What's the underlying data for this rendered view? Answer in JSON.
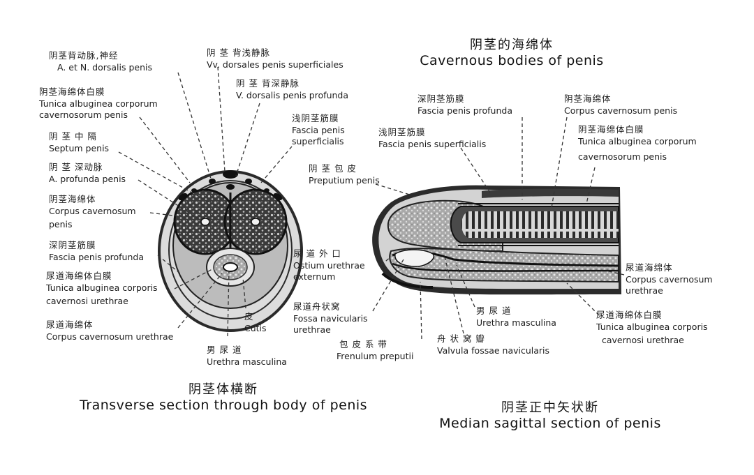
{
  "titles": {
    "right": {
      "zh": "阴茎的海绵体",
      "en": "Cavernous bodies of penis"
    },
    "left_bottom": {
      "zh": "阴茎体横断",
      "en": "Transverse section through body of penis"
    },
    "right_bottom": {
      "zh": "阴茎正中矢状断",
      "en": "Median sagittal section of penis"
    }
  },
  "transverse_labels": {
    "dorsal_artery": {
      "zh": "阴茎背动脉,神经",
      "en": "A. et N. dorsalis penis"
    },
    "tunica_cc": {
      "zh": "阴茎海绵体白膜",
      "en": "Tunica albuginea corporum",
      "en2": "cavernosorum penis"
    },
    "septum": {
      "zh": "阴 茎 中 隔",
      "en": "Septum penis"
    },
    "deep_artery": {
      "zh": "阴 茎 深动脉",
      "en": "A. profunda penis"
    },
    "corpus_cc": {
      "zh": "阴茎海绵体",
      "en": "Corpus cavernosum",
      "en2": "penis"
    },
    "deep_fascia": {
      "zh": "深阴茎筋膜",
      "en": "Fascia penis profunda"
    },
    "tunica_cu": {
      "zh": "尿道海绵体白膜",
      "en": "Tunica albuginea corporis",
      "en2": "cavernosi urethrae"
    },
    "corpus_cu": {
      "zh": "尿道海绵体",
      "en": "Corpus cavernosum urethrae"
    },
    "superficial_veins": {
      "zh": "阴 茎 背浅静脉",
      "en": "Vv. dorsales penis superficiales"
    },
    "deep_vein": {
      "zh": "阴 茎 背深静脉",
      "en": "V. dorsalis penis profunda"
    },
    "superficial_fascia": {
      "zh": "浅阴茎筋膜",
      "en": "Fascia penis",
      "en2": "superficialis"
    },
    "cutis": {
      "zh": "皮",
      "en": "Cutis"
    },
    "urethra": {
      "zh": "男 尿 道",
      "en": "Urethra masculina"
    }
  },
  "sagittal_labels": {
    "deep_fascia": {
      "zh": "深阴茎筋膜",
      "en": "Fascia penis profunda"
    },
    "superficial_fascia": {
      "zh": "浅阴茎筋膜",
      "en": "Fascia penis superficialis"
    },
    "preputium": {
      "zh": "阴 茎 包 皮",
      "en": "Preputium penis"
    },
    "corpus_cc": {
      "zh": "阴茎海绵体",
      "en": "Corpus cavernosum penis"
    },
    "tunica_cc": {
      "zh": "阴茎海绵体白膜",
      "en": "Tunica albuginea corporum",
      "en2": "cavernosorum penis"
    },
    "ostium": {
      "zh": "尿 道 外 口",
      "en": "Ostium urethrae",
      "en2": "externum"
    },
    "fossa": {
      "zh": "尿道舟状窝",
      "en": "Fossa navicularis",
      "en2": "urethrae"
    },
    "frenulum": {
      "zh": "包 皮 系 带",
      "en": "Frenulum preputii"
    },
    "valvula": {
      "zh": "舟 状 窝 瓣",
      "en": "Valvula fossae navicularis"
    },
    "urethra": {
      "zh": "男 尿 道",
      "en": "Urethra masculina"
    },
    "corpus_cu": {
      "zh": "尿道海绵体",
      "en": "Corpus cavernosum",
      "en2": "urethrae"
    },
    "tunica_cu": {
      "zh": "尿道海绵体白膜",
      "en": "Tunica albuginea corporis",
      "en2": "cavernosi urethrae"
    }
  }
}
